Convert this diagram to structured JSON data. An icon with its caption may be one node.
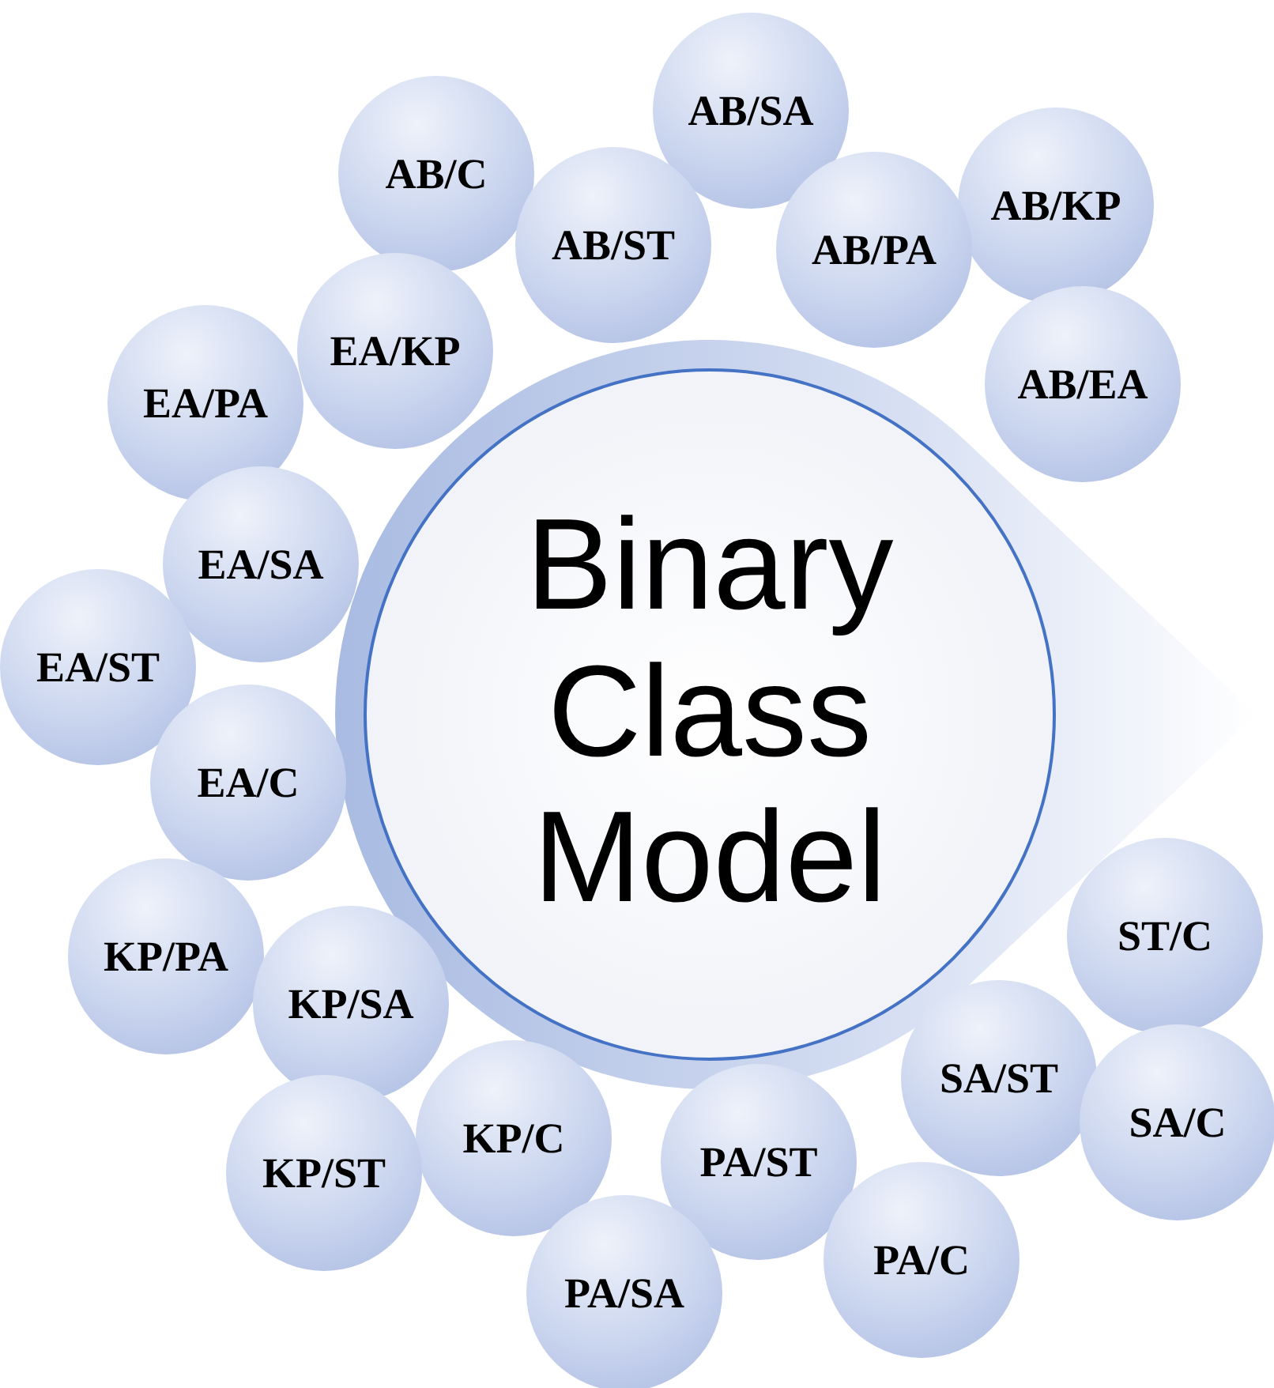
{
  "diagram": {
    "nodes": [
      {
        "text": [
          "Binary Class Model"
        ]
      },
      {
        "text": [
          "AB/SA"
        ]
      },
      {
        "text": [
          "AB/C"
        ]
      },
      {
        "text": [
          "AB/KP"
        ]
      },
      {
        "text": [
          "AB/ST"
        ]
      },
      {
        "text": [
          "AB/PA"
        ]
      },
      {
        "text": [
          "EA/KP"
        ]
      },
      {
        "text": [
          "AB/EA"
        ]
      },
      {
        "text": [
          "EA/PA"
        ]
      },
      {
        "text": [
          "EA/SA"
        ]
      },
      {
        "text": [
          "EA/ST"
        ]
      },
      {
        "text": [
          "EA/C"
        ]
      },
      {
        "text": [
          "ST/C"
        ]
      },
      {
        "text": [
          "KP/PA"
        ]
      },
      {
        "text": [
          "KP/SA"
        ]
      },
      {
        "text": [
          "SA/ST"
        ]
      },
      {
        "text": [
          "SA/C"
        ]
      },
      {
        "text": [
          "KP/C"
        ]
      },
      {
        "text": [
          "PA/ST"
        ]
      },
      {
        "text": [
          "KP/ST"
        ]
      },
      {
        "text": [
          "PA/C"
        ]
      },
      {
        "text": [
          "PA/SA"
        ]
      }
    ]
  }
}
